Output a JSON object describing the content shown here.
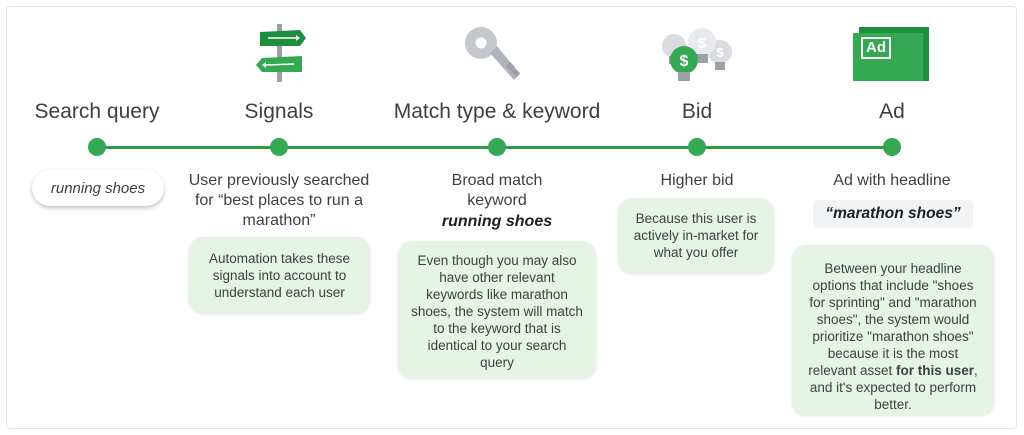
{
  "stages": [
    {
      "title": "Search query",
      "icon": "none"
    },
    {
      "title": "Signals",
      "icon": "signpost-icon"
    },
    {
      "title": "Match type & keyword",
      "icon": "key-icon"
    },
    {
      "title": "Bid",
      "icon": "money-lightbulb-icon"
    },
    {
      "title": "Ad",
      "icon": "ad-icon"
    }
  ],
  "search_query": {
    "pill": "running shoes"
  },
  "signals": {
    "description": "User previously searched for “best places to run a marathon”",
    "card": "Automation takes these signals into account to understand each user"
  },
  "match": {
    "description": "Broad match keyword",
    "keyword": "running shoes",
    "card": "Even though you may also have other relevant keywords like marathon shoes, the system will match to the keyword that is identical to your search query"
  },
  "bid": {
    "description": "Higher bid",
    "card": "Because this user is actively in-market for what you offer"
  },
  "ad": {
    "description": "Ad with headline",
    "headline": "“marathon shoes”",
    "icon_text": "Ad",
    "card_part1": "Between your headline options that include \"shoes for sprinting\" and \"marathon shoes\", the system would prioritize \"marathon shoes\" because it is the most relevant asset ",
    "card_bold": "for this user",
    "card_part2": ", and it's expected to perform better."
  },
  "colors": {
    "accent": "#34a853",
    "card_bg": "#e6f4e6",
    "line": "#2e9c44"
  }
}
